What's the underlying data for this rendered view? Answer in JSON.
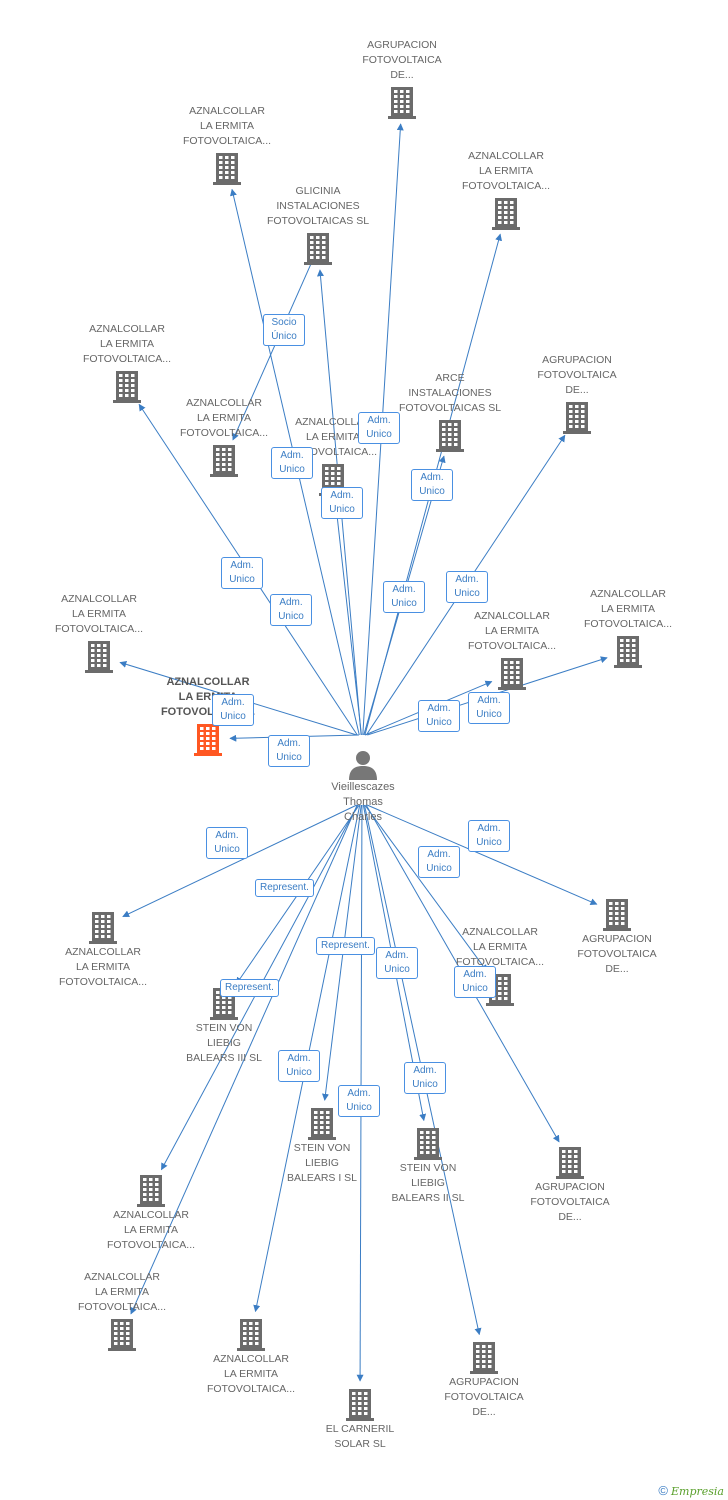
{
  "diagram": {
    "person": {
      "name_lines": [
        "Vieillescazes",
        "Thomas",
        "Charles"
      ],
      "icon": "person-icon"
    },
    "nodes": [
      {
        "id": "n1",
        "lines": [
          "AGRUPACION",
          "FOTOVOLTAICA",
          "DE..."
        ],
        "icon": "building-icon"
      },
      {
        "id": "n2",
        "lines": [
          "AZNALCOLLAR",
          "LA ERMITA",
          "FOTOVOLTAICA..."
        ],
        "icon": "building-icon"
      },
      {
        "id": "n3",
        "lines": [
          "AZNALCOLLAR",
          "LA ERMITA",
          "FOTOVOLTAICA..."
        ],
        "icon": "building-icon"
      },
      {
        "id": "n4",
        "lines": [
          "GLICINIA",
          "INSTALACIONES",
          "FOTOVOLTAICAS SL"
        ],
        "icon": "building-icon"
      },
      {
        "id": "n5",
        "lines": [
          "AZNALCOLLAR",
          "LA ERMITA",
          "FOTOVOLTAICA..."
        ],
        "icon": "building-icon"
      },
      {
        "id": "n6",
        "lines": [
          "AGRUPACION",
          "FOTOVOLTAICA",
          "DE..."
        ],
        "icon": "building-icon"
      },
      {
        "id": "n7",
        "lines": [
          "ARCE",
          "INSTALACIONES",
          "FOTOVOLTAICAS SL"
        ],
        "icon": "building-icon"
      },
      {
        "id": "n8",
        "lines": [
          "AZNALCOLLAR",
          "LA ERMITA",
          "FOTOVOLTAICA..."
        ],
        "icon": "building-icon"
      },
      {
        "id": "n9",
        "lines": [
          "AZNALCOLLAR",
          "LA ERMITA",
          "FOTOVOLTAICA..."
        ],
        "icon": "building-icon"
      },
      {
        "id": "n10",
        "lines": [
          "AZNALCOLLAR",
          "LA ERMITA",
          "FOTOVOLTAICA..."
        ],
        "icon": "building-icon"
      },
      {
        "id": "n11",
        "lines": [
          "AZNALCOLLAR",
          "LA ERMITA",
          "FOTOVOLTAICA..."
        ],
        "icon": "building-icon"
      },
      {
        "id": "n12",
        "lines": [
          "AZNALCOLLAR",
          "LA ERMITA",
          "FOTOVOLTAICA..."
        ],
        "icon": "building-icon"
      },
      {
        "id": "n13",
        "lines": [
          "AZNALCOLLAR",
          "LA ERMITA",
          "FOTOVOLTAICA..."
        ],
        "icon": "building-icon"
      },
      {
        "id": "n14",
        "lines": [
          "AZNALCOLLAR",
          "LA ERMITA",
          "FOTOVOLTAICA..."
        ],
        "icon": "building-icon",
        "highlight": true
      },
      {
        "id": "n15",
        "lines": [
          "AZNALCOLLAR",
          "LA ERMITA",
          "FOTOVOLTAICA..."
        ],
        "icon": "building-icon"
      },
      {
        "id": "n16",
        "lines": [
          "AGRUPACION",
          "FOTOVOLTAICA",
          "DE..."
        ],
        "icon": "building-icon"
      },
      {
        "id": "n17",
        "lines": [
          "AZNALCOLLAR",
          "LA ERMITA",
          "FOTOVOLTAICA..."
        ],
        "icon": "building-icon"
      },
      {
        "id": "n18",
        "lines": [
          "STEIN VON",
          "LIEBIG",
          "BALEARS III SL"
        ],
        "icon": "building-icon"
      },
      {
        "id": "n19",
        "lines": [
          "STEIN VON",
          "LIEBIG",
          "BALEARS I SL"
        ],
        "icon": "building-icon"
      },
      {
        "id": "n20",
        "lines": [
          "STEIN VON",
          "LIEBIG",
          "BALEARS II SL"
        ],
        "icon": "building-icon"
      },
      {
        "id": "n21",
        "lines": [
          "AGRUPACION",
          "FOTOVOLTAICA",
          "DE..."
        ],
        "icon": "building-icon"
      },
      {
        "id": "n22",
        "lines": [
          "AZNALCOLLAR",
          "LA ERMITA",
          "FOTOVOLTAICA..."
        ],
        "icon": "building-icon"
      },
      {
        "id": "n23",
        "lines": [
          "AGRUPACION",
          "FOTOVOLTAICA",
          "DE..."
        ],
        "icon": "building-icon"
      },
      {
        "id": "n24",
        "lines": [
          "AZNALCOLLAR",
          "LA ERMITA",
          "FOTOVOLTAICA..."
        ],
        "icon": "building-icon"
      },
      {
        "id": "n25",
        "lines": [
          "EL CARNERIL",
          "SOLAR SL"
        ],
        "icon": "building-icon"
      }
    ],
    "edges": [
      {
        "from": "person",
        "to": "n1",
        "label": "Adm.\nUnico"
      },
      {
        "from": "person",
        "to": "n2",
        "label": "Adm.\nUnico"
      },
      {
        "from": "person",
        "to": "n3",
        "label": "Adm.\nUnico"
      },
      {
        "from": "person",
        "to": "n4",
        "label": "Adm.\nUnico"
      },
      {
        "from": "n4",
        "to": "n5",
        "label": "Socio\nÚnico"
      },
      {
        "from": "person",
        "to": "n6",
        "label": "Adm.\nUnico"
      },
      {
        "from": "person",
        "to": "n7",
        "label": "Adm.\nUnico"
      },
      {
        "from": "person",
        "to": "n8",
        "label": "Adm.\nUnico"
      },
      {
        "from": "person",
        "to": "n9",
        "label": "Adm.\nUnico"
      },
      {
        "from": "person",
        "to": "n10",
        "label": "Adm.\nUnico"
      },
      {
        "from": "person",
        "to": "n11",
        "label": "Adm.\nUnico"
      },
      {
        "from": "person",
        "to": "n12",
        "label": "Adm.\nUnico"
      },
      {
        "from": "person",
        "to": "n13",
        "label": "Adm.\nUnico"
      },
      {
        "from": "person",
        "to": "n14",
        "label": "Adm.\nUnico"
      },
      {
        "from": "person",
        "to": "n15",
        "label": "Adm.\nUnico"
      },
      {
        "from": "person",
        "to": "n16",
        "label": "Adm.\nUnico"
      },
      {
        "from": "person",
        "to": "n17",
        "label": "Adm.\nUnico"
      },
      {
        "from": "person",
        "to": "n18",
        "label": "Represent."
      },
      {
        "from": "person",
        "to": "n19",
        "label": "Represent."
      },
      {
        "from": "person",
        "to": "n20",
        "label": "Represent."
      },
      {
        "from": "person",
        "to": "n21",
        "label": "Adm.\nUnico"
      },
      {
        "from": "person",
        "to": "n22",
        "label": "Adm.\nUnico"
      },
      {
        "from": "person",
        "to": "n23",
        "label": "Adm.\nUnico"
      },
      {
        "from": "person",
        "to": "n24",
        "label": "Adm.\nUnico"
      },
      {
        "from": "person",
        "to": "n25",
        "label": "Adm.\nUnico"
      }
    ]
  },
  "colors": {
    "edge": "#3b7dc4",
    "node": "#6b6b6b",
    "highlight": "#ff5722"
  },
  "footer": {
    "copyright": "©",
    "brand": "Empresia"
  }
}
